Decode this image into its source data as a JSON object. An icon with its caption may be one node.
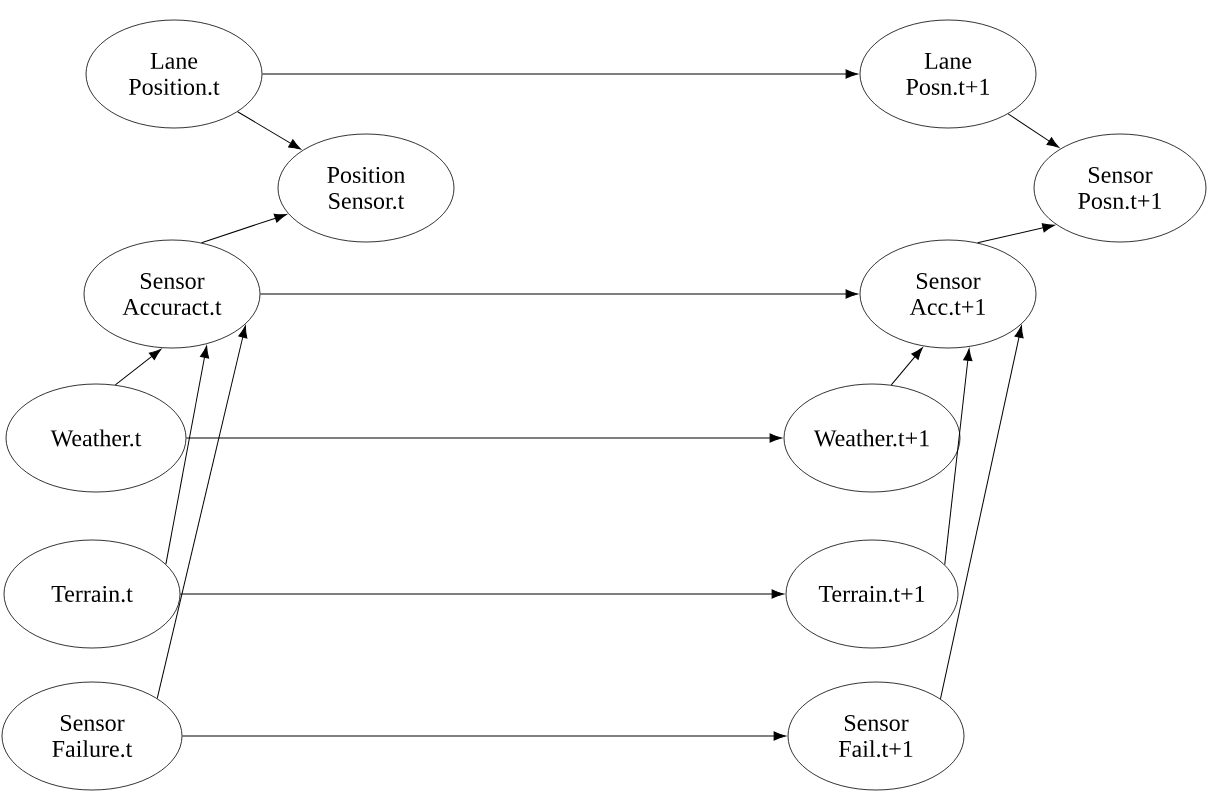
{
  "diagram": {
    "nodes": [
      {
        "text": [
          "Lane Position.t"
        ]
      },
      {
        "text": [
          "Position Sensor.t"
        ]
      },
      {
        "text": [
          "Sensor Accuract.t"
        ]
      },
      {
        "text": [
          "Weather.t"
        ]
      },
      {
        "text": [
          "Terrain.t"
        ]
      },
      {
        "text": [
          "Sensor Failure.t"
        ]
      },
      {
        "text": [
          "Lane Posn.t+1"
        ]
      },
      {
        "text": [
          "Sensor Posn.t+1"
        ]
      },
      {
        "text": [
          "Sensor Acc.t+1"
        ]
      },
      {
        "text": [
          "Weather.t+1"
        ]
      },
      {
        "text": [
          "Terrain.t+1"
        ]
      },
      {
        "text": [
          "Sensor Fail.t+1"
        ]
      }
    ],
    "edges": [
      {
        "from": 0,
        "to": 1,
        "arrow": "to"
      },
      {
        "from": 2,
        "to": 1,
        "arrow": "to"
      },
      {
        "from": 3,
        "to": 2,
        "arrow": "to"
      },
      {
        "from": 4,
        "to": 2,
        "arrow": "to"
      },
      {
        "from": 5,
        "to": 2,
        "arrow": "to"
      },
      {
        "from": 0,
        "to": 6,
        "arrow": "to"
      },
      {
        "from": 2,
        "to": 8,
        "arrow": "to"
      },
      {
        "from": 3,
        "to": 9,
        "arrow": "to"
      },
      {
        "from": 4,
        "to": 10,
        "arrow": "to"
      },
      {
        "from": 5,
        "to": 11,
        "arrow": "to"
      },
      {
        "from": 6,
        "to": 7,
        "arrow": "to"
      },
      {
        "from": 8,
        "to": 7,
        "arrow": "to"
      },
      {
        "from": 9,
        "to": 8,
        "arrow": "to"
      },
      {
        "from": 10,
        "to": 8,
        "arrow": "to"
      },
      {
        "from": 11,
        "to": 8,
        "arrow": "to"
      }
    ]
  }
}
